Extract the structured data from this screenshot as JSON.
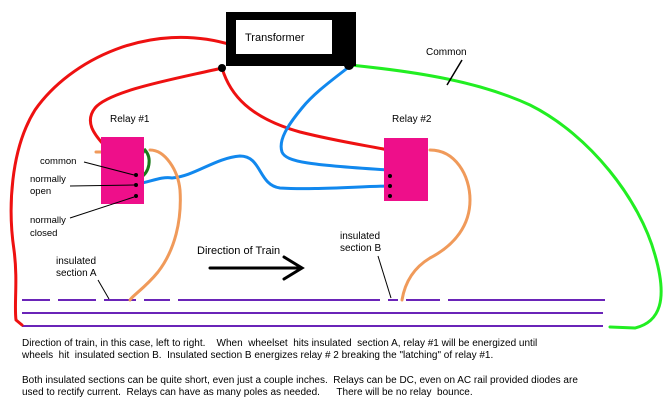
{
  "transformer": {
    "label": "Transformer"
  },
  "relay1": {
    "label": "Relay #1"
  },
  "relay2": {
    "label": "Relay #2"
  },
  "common_wire": {
    "label": "Common"
  },
  "contacts": {
    "common": "common",
    "normally_open_1": "normally",
    "normally_open_2": "open",
    "normally_closed_1": "normally",
    "normally_closed_2": "closed"
  },
  "section_a": {
    "line1": "insulated",
    "line2": "section  A"
  },
  "section_b": {
    "line1": "insulated",
    "line2": "section B"
  },
  "direction": {
    "label": "Direction of Train"
  },
  "notes": {
    "p1_l1": "Direction of train, in this case, left to right.    When  wheelset  hits insulated  section A, relay #1 will be energized until",
    "p1_l2": "wheels  hit  insulated section B.  Insulated section B energizes relay # 2 breaking the \"latching\" of relay #1.",
    "p2_l1": "Both insulated sections can be quite short, even just a couple inches.  Relays can be DC, even on AC rail provided diodes are",
    "p2_l2": "used to rectify current.  Relays can have as many poles as needed.      There will be no relay  bounce."
  },
  "colors": {
    "red_wire": "#ee1111",
    "green_wire": "#22ee22",
    "blue_wire": "#1188ee",
    "orange_wire": "#f09a5a",
    "dark_green_wire": "#1a7a1a",
    "relay_fill": "#ee0f8a",
    "rail": "#6a24b8",
    "transformer_frame": "#000000"
  }
}
